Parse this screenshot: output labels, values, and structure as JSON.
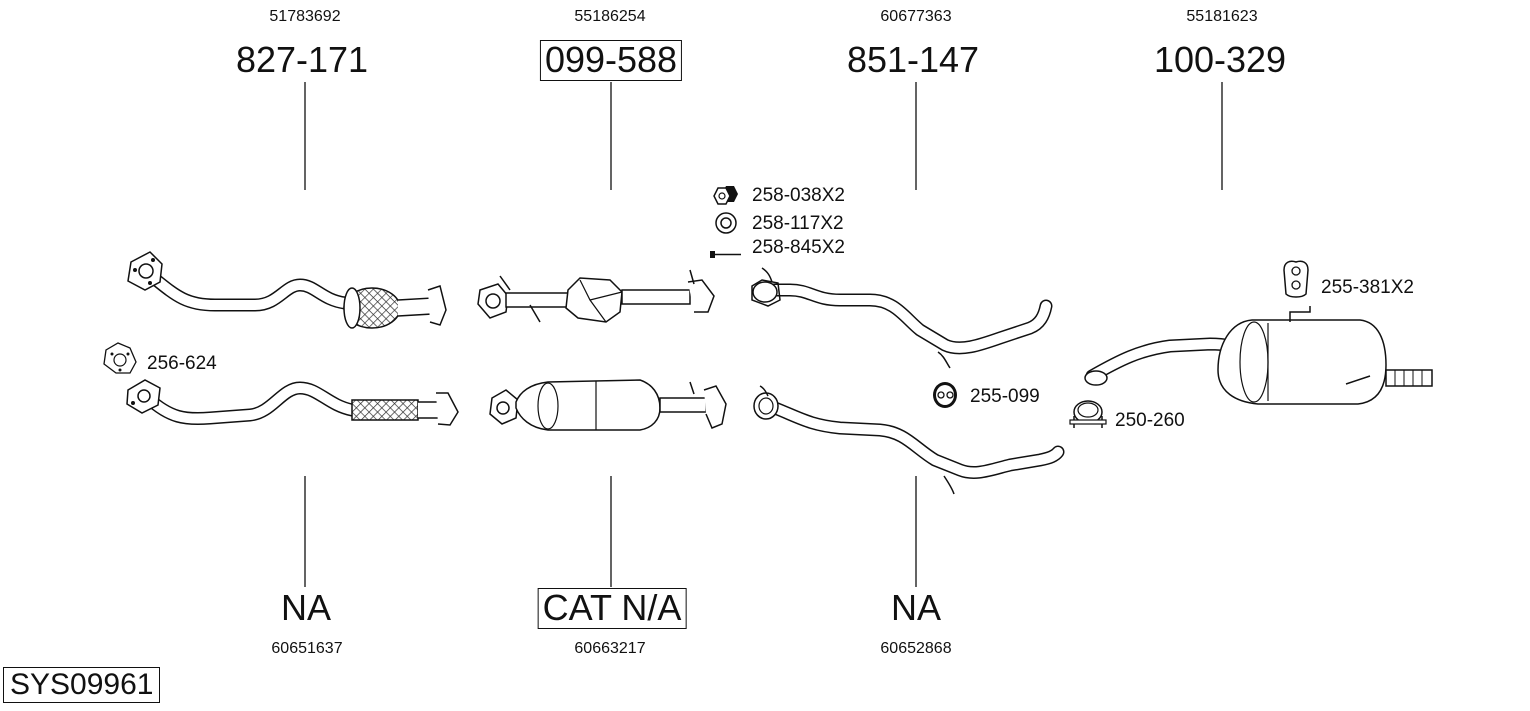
{
  "system_id": "SYS09961",
  "top_parts": [
    {
      "oem": "51783692",
      "part": "827-171",
      "boxed": false
    },
    {
      "oem": "55186254",
      "part": "099-588",
      "boxed": true
    },
    {
      "oem": "60677363",
      "part": "851-147",
      "boxed": false
    },
    {
      "oem": "55181623",
      "part": "100-329",
      "boxed": false
    }
  ],
  "bottom_parts": [
    {
      "oem": "60651637",
      "part": "NA",
      "boxed": false
    },
    {
      "oem": "60663217",
      "part": "CAT N/A",
      "boxed": true
    },
    {
      "oem": "60652868",
      "part": "NA",
      "boxed": false
    }
  ],
  "accessories": [
    {
      "label": "258-038X2",
      "icon": "nut-icon"
    },
    {
      "label": "258-117X2",
      "icon": "washer-icon"
    },
    {
      "label": "258-845X2",
      "icon": "bolt-icon"
    },
    {
      "label": "255-381X2",
      "icon": "rubber-hanger-icon"
    },
    {
      "label": "256-624",
      "icon": "gasket-icon"
    },
    {
      "label": "255-099",
      "icon": "rubber-ring-icon"
    },
    {
      "label": "250-260",
      "icon": "clamp-icon"
    }
  ]
}
